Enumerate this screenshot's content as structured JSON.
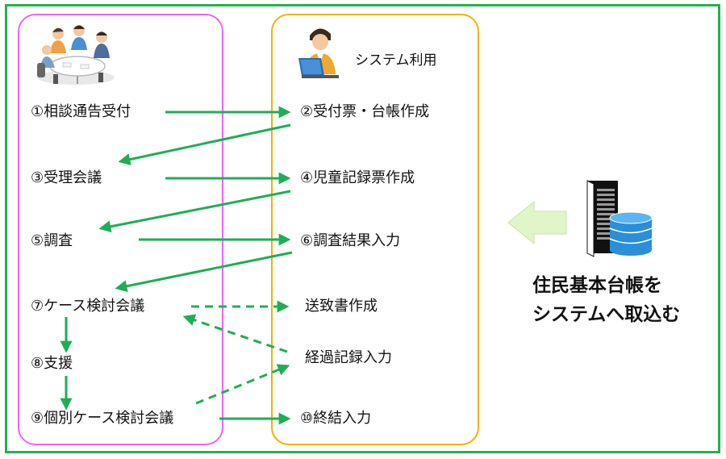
{
  "left_steps": {
    "s1": "①相談通告受付",
    "s3": "③受理会議",
    "s5": "⑤調査",
    "s7": "⑦ケース検討会議",
    "s8": "⑧支援",
    "s9": "⑨個別ケース検討会議"
  },
  "right_steps": {
    "s2": "②受付票・台帳作成",
    "s4": "④児童記録票作成",
    "s6": "⑥調査結果入力",
    "sendDoc": "送致書作成",
    "progress": "経過記録入力",
    "s10": "⑩終結入力"
  },
  "system_label": "システム利用",
  "import_note": {
    "line1": "住民基本台帳を",
    "line2": "システムへ取込む"
  },
  "colors": {
    "frame": "#22b14c",
    "arrow": "#1fae55",
    "left_box": "#ee66ee",
    "right_box": "#f0b400",
    "big_arrow": "#e2f5c8",
    "db": "#2a8fd8"
  },
  "icons": [
    "meeting-people-icon",
    "person-laptop-icon",
    "server-database-icon"
  ]
}
